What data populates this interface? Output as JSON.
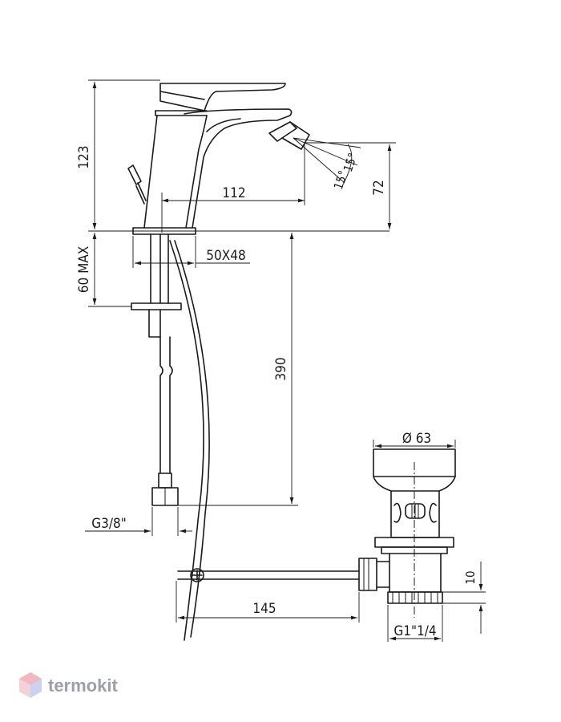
{
  "dimensions": {
    "total_height": "123",
    "spout_height": "72",
    "spout_reach": "112",
    "angle_1": "15°",
    "angle_2": "15°",
    "base": "50X48",
    "thickness": "60 MAX",
    "hose_length": "390",
    "hose_thread": "G3/8\"",
    "waste_diameter": "Ø 63",
    "lever_length": "145",
    "thread_height": "10",
    "waste_thread": "G1\"1/4"
  },
  "brand": {
    "name": "termokit",
    "colors": {
      "logo_top": "#f2b8c0",
      "logo_bottom": "#c9d3f0"
    }
  },
  "colors": {
    "line": "#1a1a1a",
    "background": "#ffffff"
  }
}
